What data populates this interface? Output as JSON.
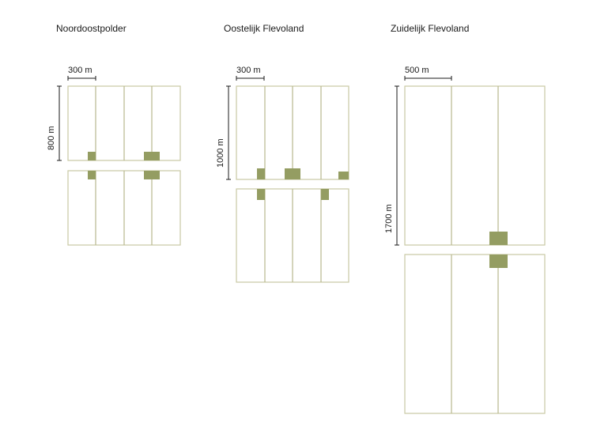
{
  "panels": [
    {
      "title": "Noordoostpolder",
      "scale_width": "300 m",
      "scale_height": "800 m"
    },
    {
      "title": "Oostelijk Flevoland",
      "scale_width": "300 m",
      "scale_height": "1000 m"
    },
    {
      "title": "Zuidelijk Flevoland",
      "scale_width": "500 m",
      "scale_height": "1700 m"
    }
  ],
  "colors": {
    "plot_outline": "#c9c9a4",
    "farmstead": "#949d62"
  }
}
